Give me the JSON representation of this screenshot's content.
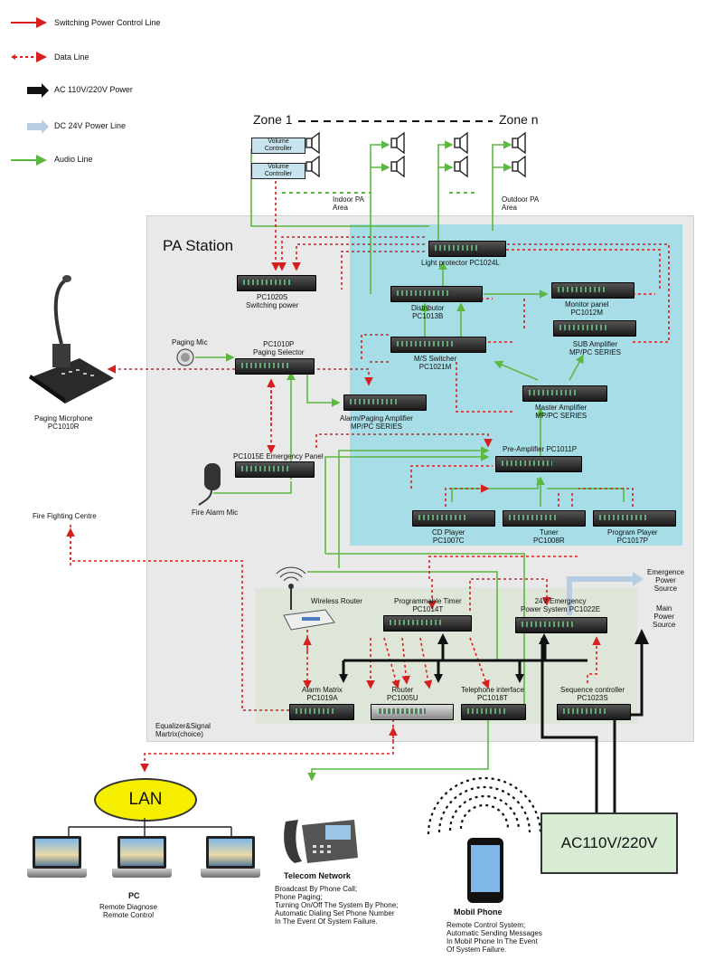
{
  "legend": [
    {
      "label": "Switching Power Control Line",
      "color": "#d62020"
    },
    {
      "label": "Data Line",
      "color": "#d62020"
    },
    {
      "label": "AC 110V/220V Power",
      "color": "#111111"
    },
    {
      "label": "DC 24V Power Line",
      "color": "#b8cce4"
    },
    {
      "label": "Audio Line",
      "color": "#5cb840"
    }
  ],
  "zones": {
    "zone1": "Zone 1",
    "zonen": "Zone n",
    "indoor": "Indoor PA\nArea",
    "outdoor": "Outdoor PA\nArea"
  },
  "station_title": "PA Station",
  "volume_controller": "Volume\nController",
  "devices": {
    "light_protector": "Light protector PC1024L",
    "switching_power": "PC1020S\nSwitching power",
    "distributor": "Distributor\nPC1013B",
    "monitor_panel": "Monitor panel\nPC1012M",
    "sub_amplifier": "SUB Amplifier\nMP/PC SERIES",
    "ms_switcher": "M/S Switcher\nPC1021M",
    "paging_mic": "Paging Mic",
    "paging_selector": "PC1010P\nPaging Selector",
    "alarm_amp": "Alarm/Paging Amplifier\nMP/PC SERIES",
    "master_amp": "Master Amplifier\nMP/PC SERIES",
    "paging_microphone": "Paging Micrphone\nPC1010R",
    "emergency_panel": "PC1015E Emergency Panel",
    "pre_amp": "Pre-Amplifier  PC1011P",
    "fire_alarm_mic": "Fire Alarm Mic",
    "fire_centre": "Fire Fighting Centre",
    "cd_player": "CD Player\nPC1007C",
    "tuner": "Tuner\nPC1008R",
    "program_player": "Program Player\nPC1017P",
    "wireless_router": "Wireless Router",
    "prog_timer": "Programmable Timer\nPC1014T",
    "emergency_power": "24V Emergency\nPower System PC1022E",
    "emergence_source": "Emergence\nPower\nSource",
    "main_source": "Main\nPower\nSource",
    "alarm_matrix": "Alarm Matrix\nPC1019A",
    "router": "Router\nPC1005U",
    "telephone_if": "Telephone interface\nPC1018T",
    "sequence": "Sequence controller\nPC1023S",
    "equalizer": "Equalizer&Signal\nMartrix(choice)"
  },
  "lan": "LAN",
  "pc": {
    "title": "PC",
    "desc": "Remote Diagnose\nRemote Control"
  },
  "telecom": {
    "title": "Telecom Network",
    "desc": "Broadcast By Phone Call;\nPhone Paging;\nTurning On/Off The System By Phone;\nAutomatic Dialing Set Phone Number\nIn The Event Of System Failure."
  },
  "mobile": {
    "title": "Mobil Phone",
    "desc": "Remote Control System;\nAutomatic Sending Messages\nIn Mobil Phone In The Event\nOf System Failure."
  },
  "ac_box": "AC110V/220V"
}
